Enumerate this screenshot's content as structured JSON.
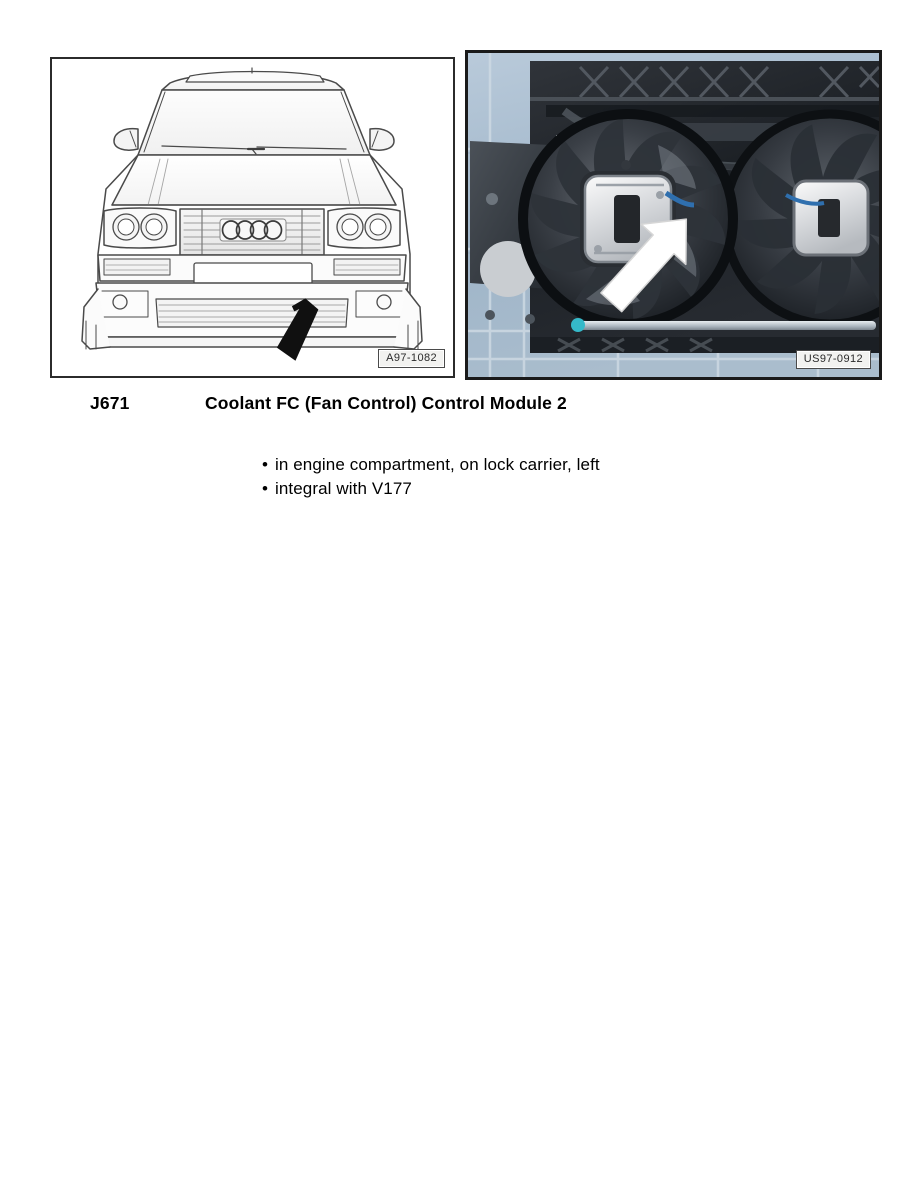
{
  "document": {
    "type": "component-location-page",
    "background_color": "#ffffff"
  },
  "figures": {
    "line_art": {
      "name": "audi-front-view-line-drawing",
      "alt": "Front view line drawing of Audi sedan with black arrow pointing at lower front grille / lock carrier area",
      "caption": "A97-1082",
      "arrow": {
        "style": "solid-black",
        "direction": "up-left",
        "target": "lower front grille"
      },
      "badge_color": "#f2f2f0"
    },
    "photo": {
      "name": "cooling-fan-assembly-photo",
      "alt": "Photograph of dual electric cooling fan assembly on lock carrier with white arrow pointing at fan control module",
      "caption": "US97-0912",
      "arrow": {
        "style": "solid-white",
        "direction": "up-left",
        "target": "coolant fan control module"
      },
      "background_color": "#9fb4c8",
      "badge_color": "#f2f2f0"
    }
  },
  "heading": {
    "code": "J671",
    "title": "Coolant FC (Fan Control) Control Module 2"
  },
  "notes": {
    "bullets": [
      "in engine compartment, on lock carrier, left",
      "integral with V177"
    ],
    "bullet_glyph": "•"
  }
}
